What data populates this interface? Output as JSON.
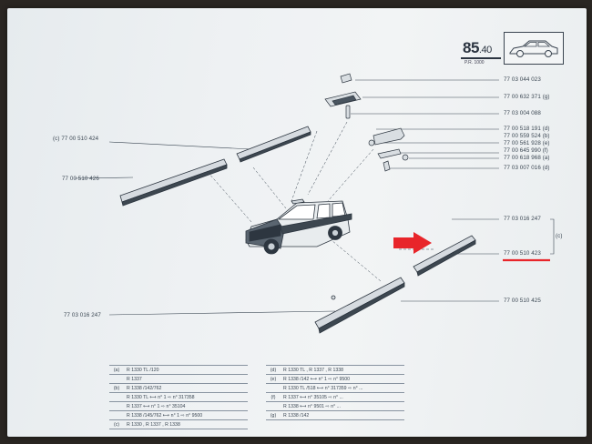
{
  "header": {
    "section_number": "85",
    "section_decimal": ".40",
    "sub_ref": "P.R. 1000"
  },
  "parts_left": [
    {
      "ref": "(c)  77 00 510 424"
    },
    {
      "ref": "77 00 510 426"
    },
    {
      "ref": "77 03 016 247"
    }
  ],
  "parts_right": [
    {
      "ref": "77 03 044 023"
    },
    {
      "ref": "77 00 632 371  (g)"
    },
    {
      "ref": "77 03 004 088"
    },
    {
      "ref": "77 00 518 191  (d)"
    },
    {
      "ref": "77 00 559 524  (b)"
    },
    {
      "ref": "77 00 561 928  (e)"
    },
    {
      "ref": "77 00 645 990  (f)"
    },
    {
      "ref": "77 00 618 968  (a)"
    },
    {
      "ref": "77 03 007 016  (d)"
    },
    {
      "ref": "77 03 016 247"
    },
    {
      "ref": "77 00 510 423"
    },
    {
      "ref": "77 00 510 425"
    }
  ],
  "bracket_label": "(c)",
  "highlight_color": "#e8252a",
  "table_left": [
    {
      "key": "(a)",
      "value": "R 1330  TL  /120"
    },
    {
      "key": "",
      "value": "R 1337"
    },
    {
      "key": "(b)",
      "value": "R 1338  /142/762"
    },
    {
      "key": "",
      "value": "R 1330  TL  ⟷  n°  1   ⇨  n°  317358"
    },
    {
      "key": "",
      "value": "R 1337  ⟷  n°  1   ⇨  n°  35104"
    },
    {
      "key": "",
      "value": "R 1338  /145/762  ⟷  n°  1   ⇨  n°  9500"
    },
    {
      "key": "(c)",
      "value": "R 1330 , R 1337 , R 1338"
    }
  ],
  "table_right": [
    {
      "key": "(d)",
      "value": "R 1330  TL  , R 1337 , R 1338"
    },
    {
      "key": "(e)",
      "value": "R 1338  /142  ⟷  n°  1   ⇨  n°  9500"
    },
    {
      "key": "",
      "value": "R 1330  TL  /518  ⟷  n°  317359  ⇨  n°  ..."
    },
    {
      "key": "(f)",
      "value": "R 1337  ⟷  n°  35105  ⇨  n°  ..."
    },
    {
      "key": "",
      "value": "R 1338  ⟷  n°  9501  ⇨  n°  ..."
    },
    {
      "key": "(g)",
      "value": "R 1338  /142"
    }
  ]
}
